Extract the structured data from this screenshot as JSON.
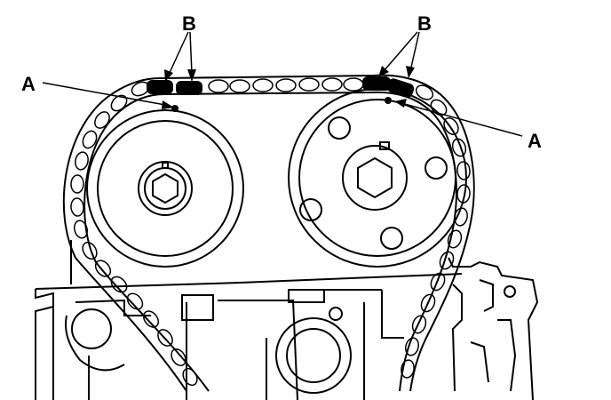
{
  "labels": {
    "a_left": "A",
    "a_right": "A",
    "b_left": "B",
    "b_right": "B"
  },
  "colors": {
    "ink": "#000000",
    "paper": "#ffffff"
  },
  "icons": {
    "link_shape": "chain-link-icon",
    "marker_shape": "timing-dot-icon"
  }
}
